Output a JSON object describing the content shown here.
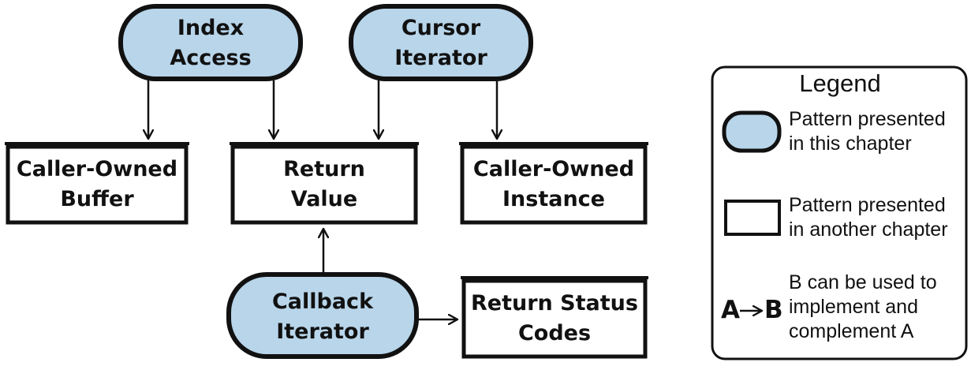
{
  "nodes": {
    "index_access": [
      "Index",
      "Access"
    ],
    "cursor_iterator": [
      "Cursor",
      "Iterator"
    ],
    "caller_owned_buffer": [
      "Caller-Owned",
      "Buffer"
    ],
    "return_value": [
      "Return",
      "Value"
    ],
    "caller_owned_instance": [
      "Caller-Owned",
      "Instance"
    ],
    "callback_iterator": [
      "Callback",
      "Iterator"
    ],
    "return_status_codes": [
      "Return Status",
      "Codes"
    ]
  },
  "legend": {
    "title": "Legend",
    "items": [
      [
        "Pattern presented",
        "in this chapter"
      ],
      [
        "Pattern presented",
        "in another chapter"
      ],
      [
        "B can be used to",
        "implement and",
        "complement A"
      ]
    ],
    "arrow_a": "A",
    "arrow_b": "B"
  },
  "colors": {
    "pattern_fill": "#b8d5ea",
    "stroke": "#111111"
  }
}
